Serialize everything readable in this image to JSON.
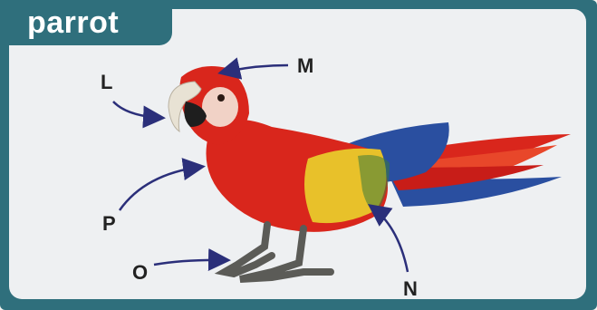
{
  "title": "parrot",
  "labels": {
    "L": "L",
    "M": "M",
    "N": "N",
    "O": "O",
    "P": "P"
  },
  "colors": {
    "frame": "#2f6f7c",
    "panel": "#eef0f2",
    "arrow": "#2b2f7a",
    "red": "#d9261c",
    "yellow": "#e8c12a",
    "blue": "#2a4fa0"
  }
}
